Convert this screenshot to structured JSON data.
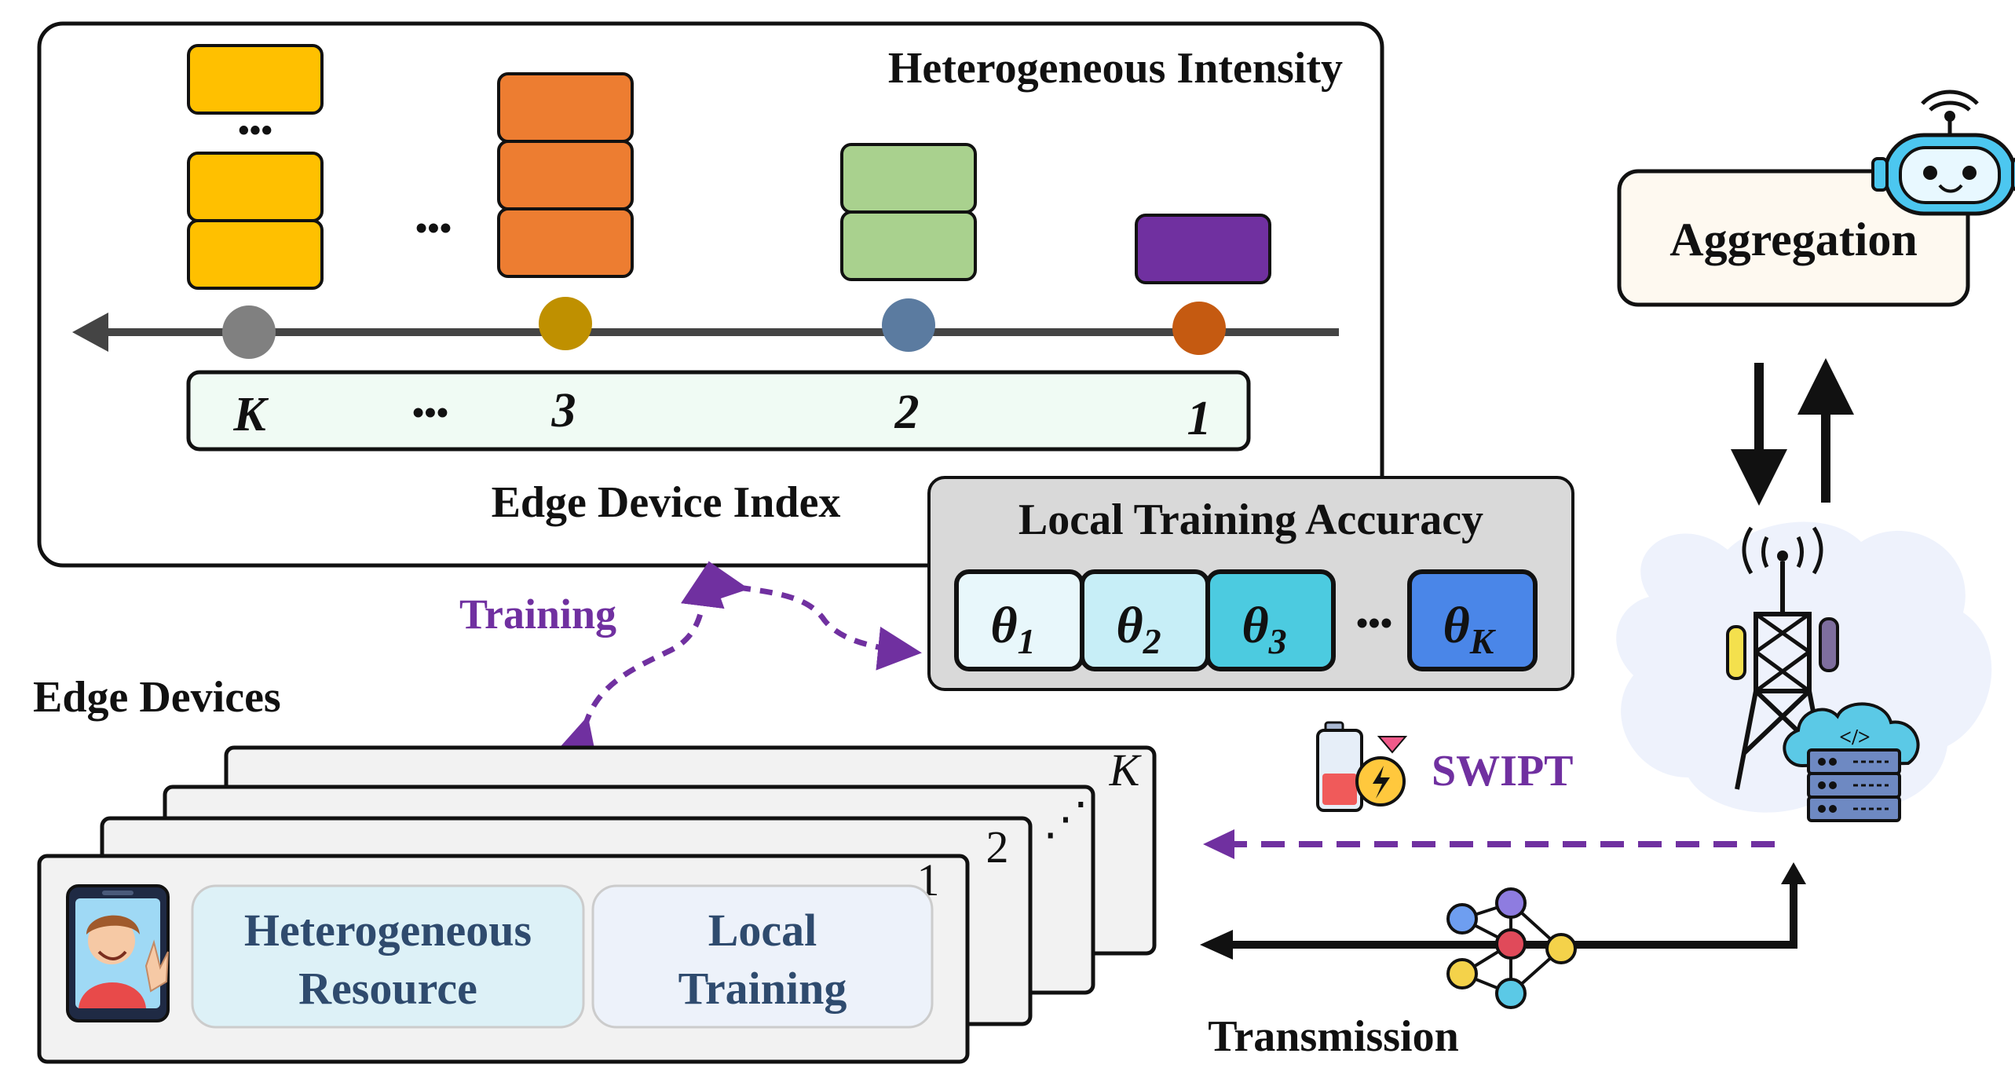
{
  "intensity_panel": {
    "title": "Heterogeneous Intensity",
    "axis_label": "Edge Device Index",
    "index_labels": [
      "K",
      "•••",
      "3",
      "2",
      "1"
    ],
    "stack_ellipsis": "•••",
    "between_ellipsis": "•••",
    "colors": {
      "yellow": "#FFC000",
      "orange": "#ED7D31",
      "green": "#A9D18E",
      "purple": "#7030A0",
      "dot_k": "#808080",
      "dot_3": "#BF9000",
      "dot_2": "#5B7BA0",
      "dot_1": "#C55A11",
      "index_bar": "#F0FBF4"
    }
  },
  "accuracy_panel": {
    "title": "Local Training Accuracy",
    "thetas": [
      {
        "base": "θ",
        "sub": "1",
        "color": "#E8F7FB"
      },
      {
        "base": "θ",
        "sub": "2",
        "color": "#C7EEF7"
      },
      {
        "base": "θ",
        "sub": "3",
        "color": "#4CCBE0"
      },
      {
        "base": "θ",
        "sub": "K",
        "color": "#4A86E8"
      }
    ],
    "ellipsis": "•••"
  },
  "training_label": "Training",
  "edge_devices": {
    "title": "Edge Devices",
    "card_labels": [
      "1",
      "2",
      "⋰",
      "K"
    ],
    "resource_box": [
      "Heterogeneous",
      "Resource"
    ],
    "training_box": [
      "Local",
      "Training"
    ]
  },
  "aggregation": {
    "label": "Aggregation"
  },
  "swipt_label": "SWIPT",
  "transmission_label": "Transmission",
  "icons": [
    "robot-icon",
    "tower-icon",
    "cloud-server-icon",
    "battery-icon",
    "neural-network-icon",
    "phone-avatar-icon"
  ]
}
